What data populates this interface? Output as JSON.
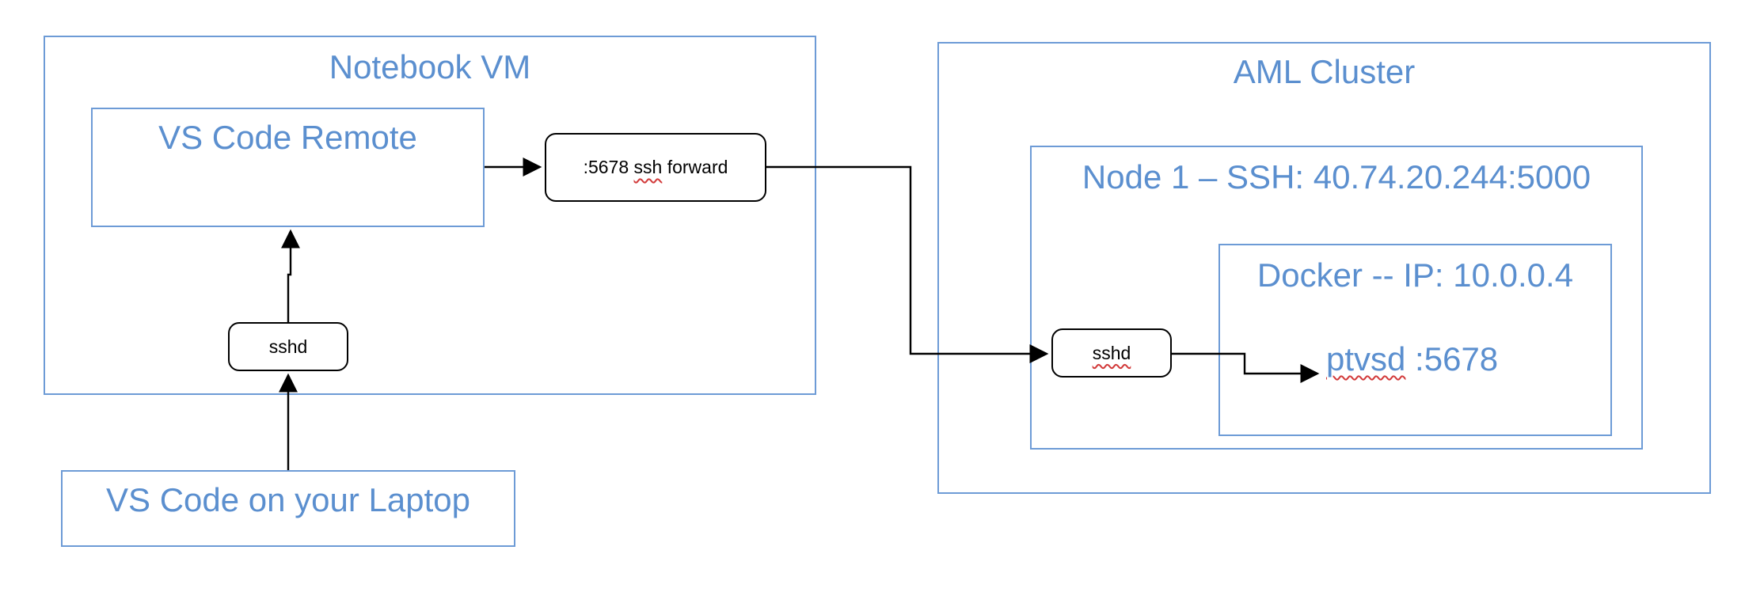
{
  "notebook_vm": {
    "title": "Notebook VM",
    "vscode_remote": "VS Code Remote",
    "ssh_forward": {
      "port": ":5678",
      "ssh": "ssh",
      "forward": "forward"
    },
    "sshd": "sshd"
  },
  "laptop": {
    "label": "VS Code on your Laptop"
  },
  "aml_cluster": {
    "title": "AML Cluster",
    "node": {
      "title": "Node 1 – SSH: 40.74.20.244:5000",
      "sshd": "sshd",
      "docker": {
        "title": "Docker --  IP: 10.0.0.4",
        "ptvsd_name": "ptvsd",
        "ptvsd_port": " :5678"
      }
    }
  },
  "colors": {
    "container_border": "#6d9bd6",
    "container_text": "#5b8fcf",
    "node_border": "#000000",
    "spell_underline": "#d23a3a"
  }
}
